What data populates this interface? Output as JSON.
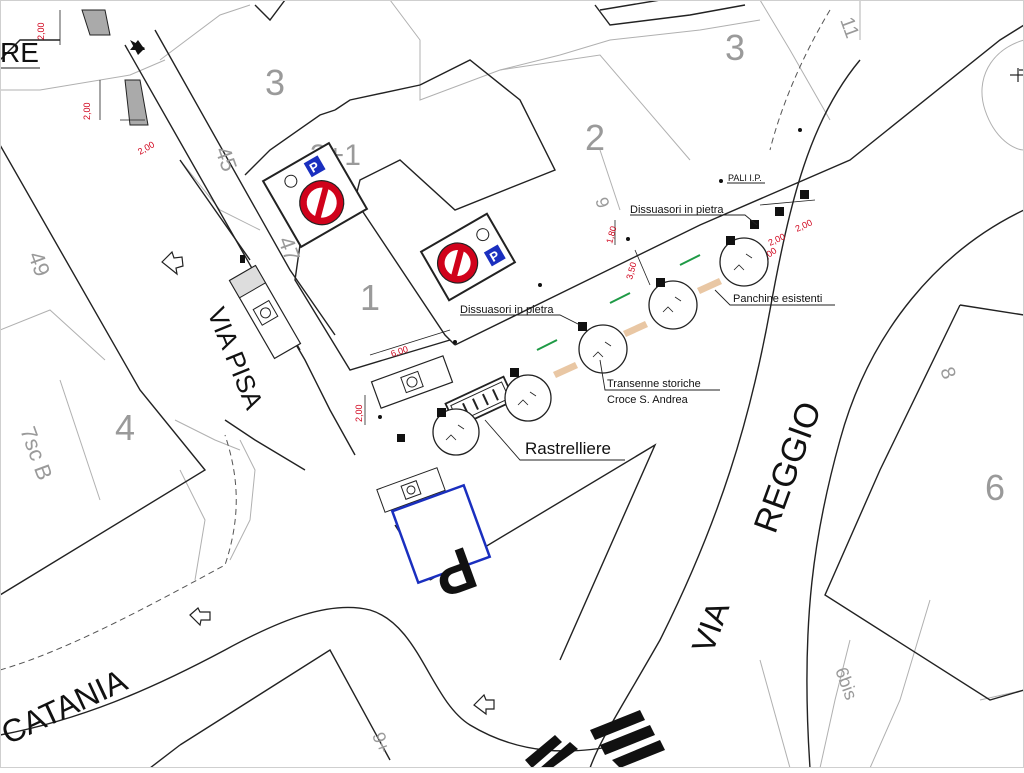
{
  "streets": {
    "via_pisa": "VIA PISA",
    "via_reggio_1": "VIA",
    "via_reggio_2": "REGGIO",
    "catania": "CATANIA",
    "top_left_fragment": "RE"
  },
  "building_numbers": {
    "n3_top": "3",
    "n3_right": "3",
    "n3_plus_1": "3+1",
    "n2": "2",
    "n1": "1",
    "n4": "4",
    "n6": "6",
    "n45": "45",
    "n47": "47",
    "n49": "49",
    "n7sc_b": "7sc B",
    "n8": "8",
    "n11": "11",
    "n6bis": "6bis",
    "n9": "9",
    "n9plus": "9+"
  },
  "labels": {
    "pali_ip": "PALI I.P.",
    "dissuasori_top": "Dissuasori in pietra",
    "dissuasori_left": "Dissuasori in pietra",
    "panchine": "Panchine esistenti",
    "transenne_1": "Transenne storiche",
    "transenne_2": "Croce S. Andrea",
    "rastrelliere": "Rastrelliere"
  },
  "dimensions": {
    "d_top_1": "2,00",
    "d_top_2": "2,00",
    "d_top_3": "2,00",
    "d_6": "6,00",
    "d_2_left": "2,00",
    "d_180": "1,80",
    "d_350": "3,50",
    "d_200_a": "2,00",
    "d_200_b": "2,00",
    "d_200_c": "2,00"
  },
  "signs": {
    "parking_letter": "P",
    "parking_small_1": "P",
    "parking_small_2": "P"
  },
  "colors": {
    "line": "#222222",
    "faint": "#9a9a9a",
    "dim_red": "#d0021b",
    "parking_blue": "#1a2fbf",
    "sign_red": "#d0021b",
    "green_dash": "#1e9a45",
    "tan": "#e9c7a4"
  }
}
